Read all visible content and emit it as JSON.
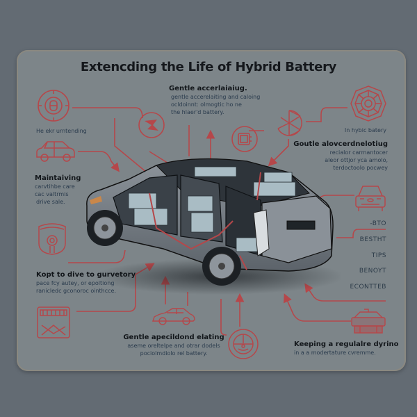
{
  "title": "Extencding the Life of Hybrid Battery",
  "colors": {
    "background": "#636b73",
    "card": "#7d8589",
    "accent_red": "#b5474a",
    "text_dark": "#15181c",
    "text_body": "#2a3b4d"
  },
  "sections": {
    "top_center": {
      "heading": "Gentle accerlaiaiug.",
      "body": [
        "gentle accerelaiting and caloing",
        "ocldoinnt: olmogtic ho ne",
        "the hlaer'd battery."
      ]
    },
    "left_top": {
      "caption": "He ekr urntending"
    },
    "left_maintaining": {
      "heading": "Maintaiving",
      "body": [
        "carvtihbe care",
        "cac valtrmis",
        "drive sale."
      ]
    },
    "left_bottom": {
      "heading": "Kopt to dive to gurvetory",
      "body": [
        "pace fcy autey, or epoltiong",
        "ranicledc gconoroc ointhcce."
      ]
    },
    "bottom_center": {
      "heading": "Gentle apecildond elating",
      "body": [
        "aseme oreltelpe and otrar dodels",
        "pociolmdiolo rel battery."
      ]
    },
    "right_top": {
      "caption": "In hybic batery"
    },
    "right_middle": {
      "heading": "Goutle alovcerdnelotiug",
      "body": [
        "recialor carmantocer",
        "aleor ottjor yca amolo,",
        "terdoctoolo pocwey"
      ]
    },
    "right_labels": [
      "-BTO",
      "BESTHT",
      "TIPS",
      "BENOYT",
      "ECONTTEB"
    ],
    "bottom_right": {
      "heading": "Keeping a regulalre dyrino",
      "body": [
        "in a a modertature cvremme."
      ]
    }
  },
  "icons": [
    "gauge-dial-icon",
    "plug-lightning-icon",
    "car-side-icon",
    "battery-shield-icon",
    "charger-box-icon",
    "battery-module-icon",
    "fan-icon",
    "octagon-gauge-icon",
    "car-front-icon",
    "sports-car-icon",
    "speedometer-icon",
    "car-rear-icon"
  ]
}
